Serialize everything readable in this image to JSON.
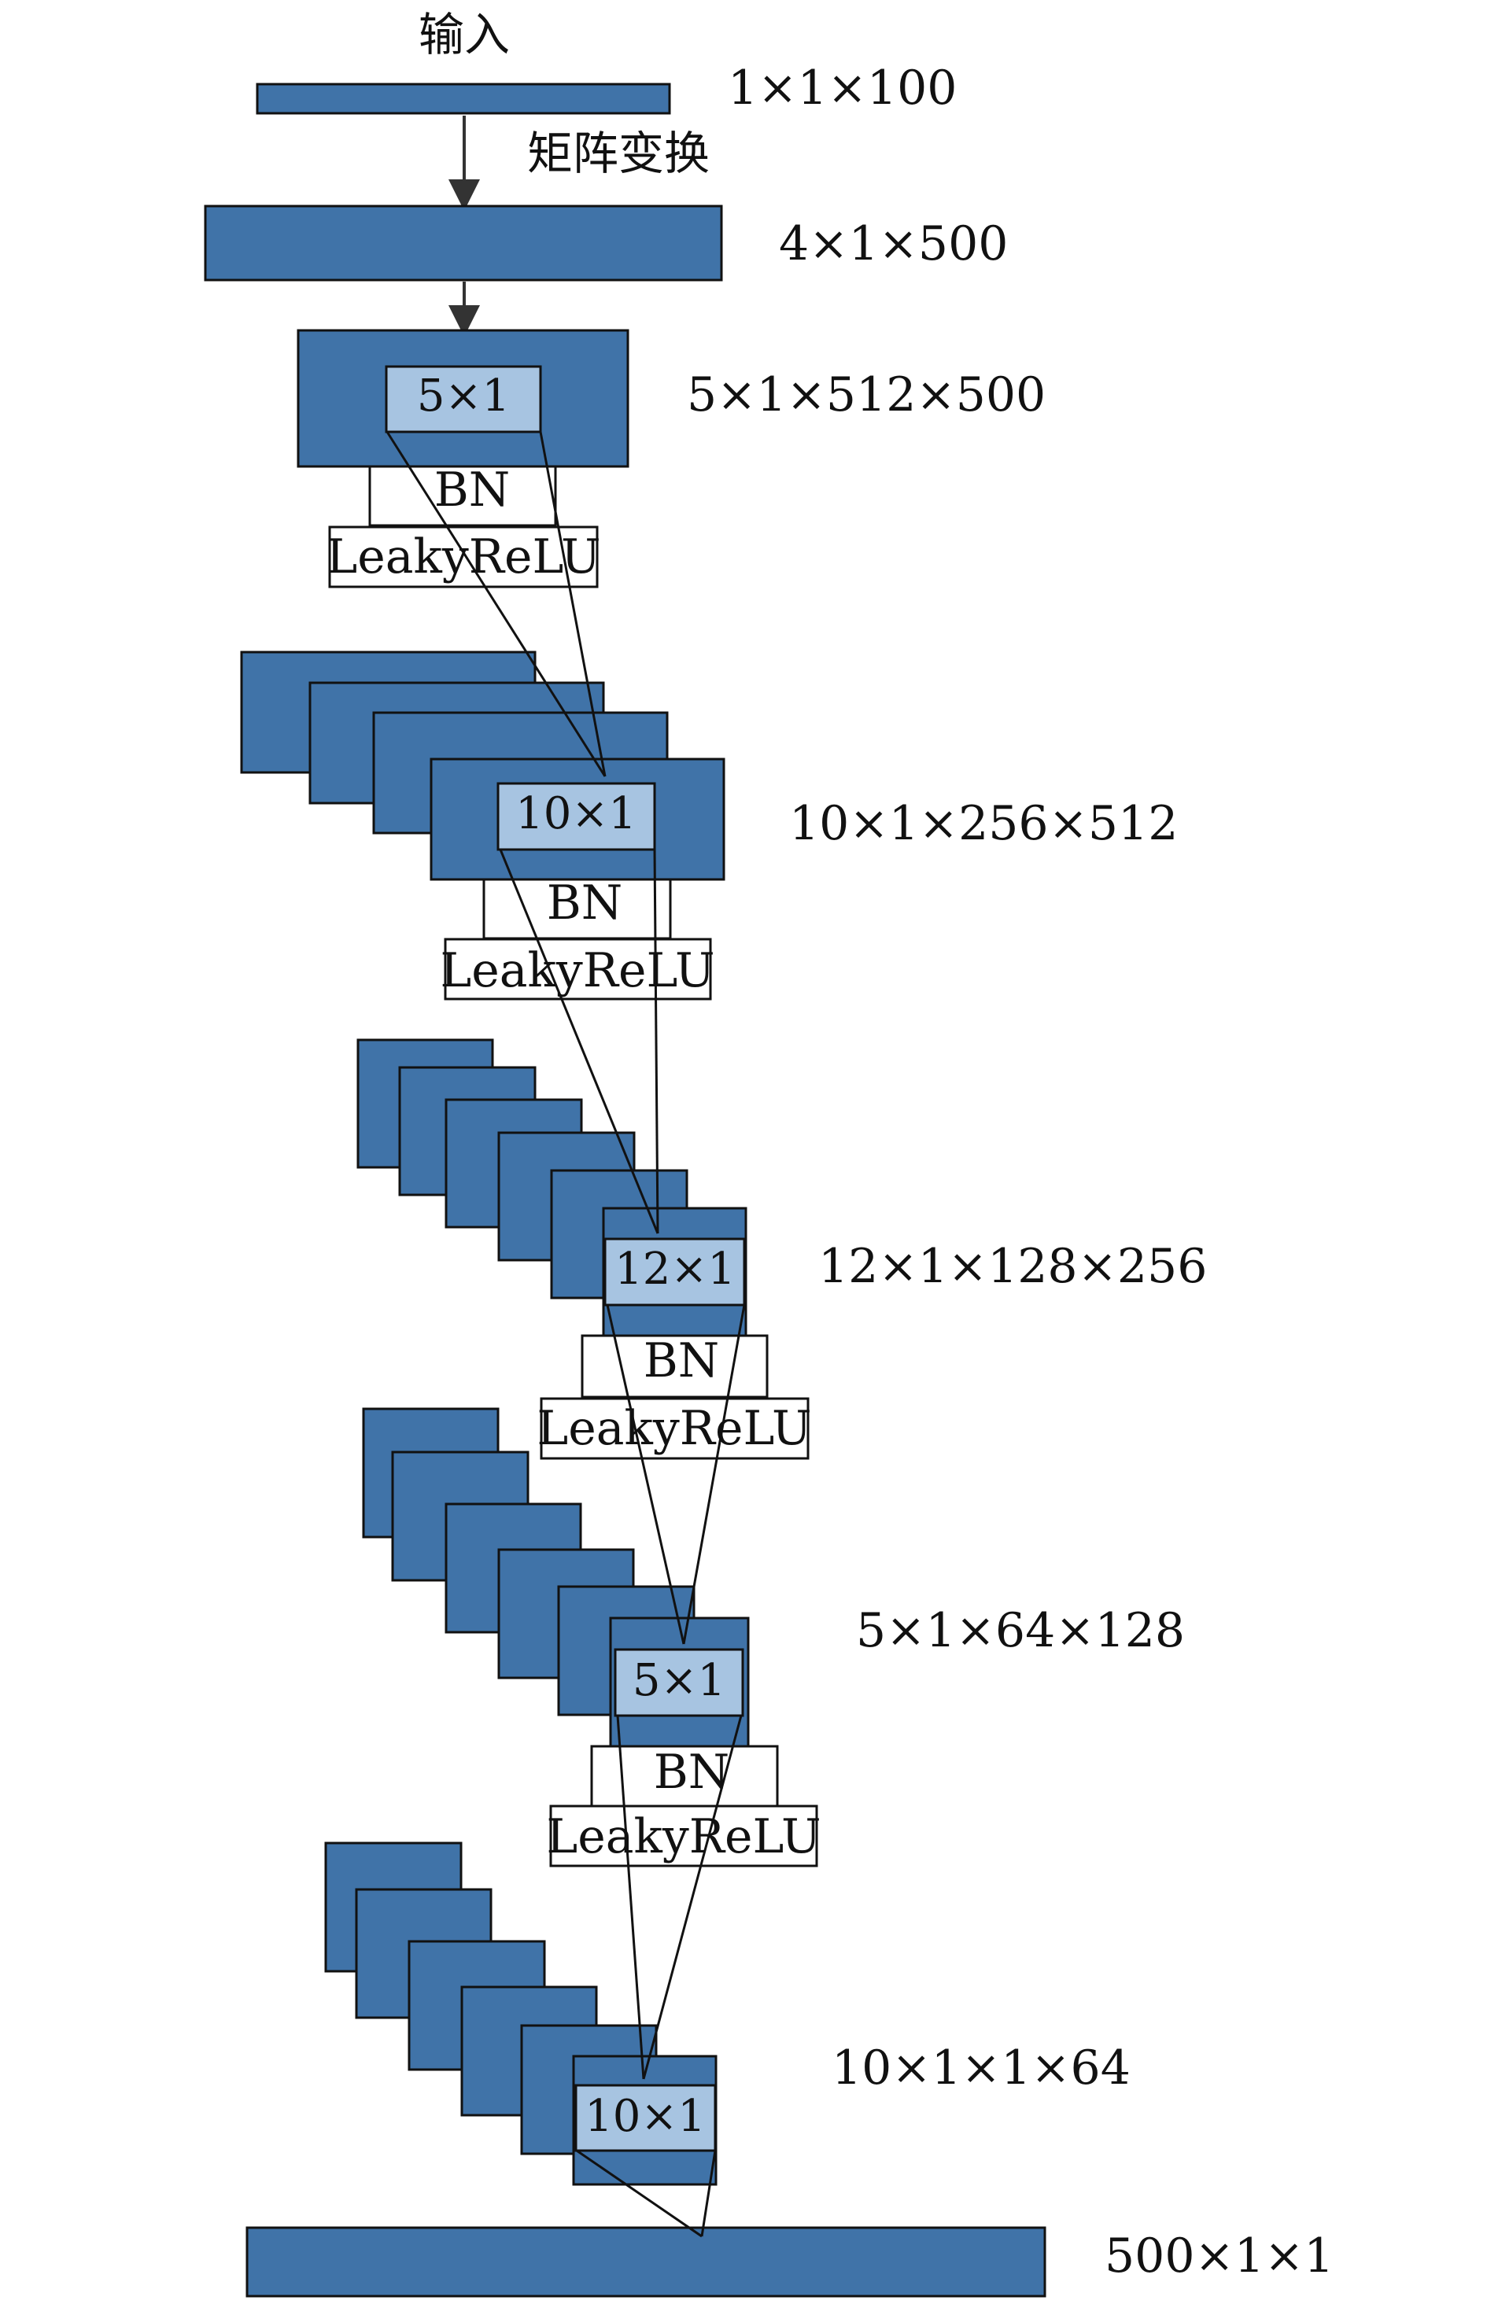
{
  "colors": {
    "block": "#4073a8",
    "kernel": "#a7c4e1",
    "box": "#ffffff",
    "stroke": "#111111"
  },
  "input_label": "输入",
  "transform_label": "矩阵变换",
  "bn_label": "BN",
  "activation_label": "LeakyReLU",
  "dims": {
    "input": "1×1×100",
    "reshape": "4×1×500",
    "layer1": "5×1×512×500",
    "layer2": "10×1×256×512",
    "layer3": "12×1×128×256",
    "layer4": "5×1×64×128",
    "layer5": "10×1×1×64",
    "output": "500×1×1"
  },
  "kernels": {
    "layer1": "5×1",
    "layer2": "10×1",
    "layer3": "12×1",
    "layer4": "5×1",
    "layer5": "10×1"
  },
  "stack_counts": {
    "layer1": 1,
    "layer2": 4,
    "layer3": 6,
    "layer4": 6,
    "layer5": 6
  }
}
